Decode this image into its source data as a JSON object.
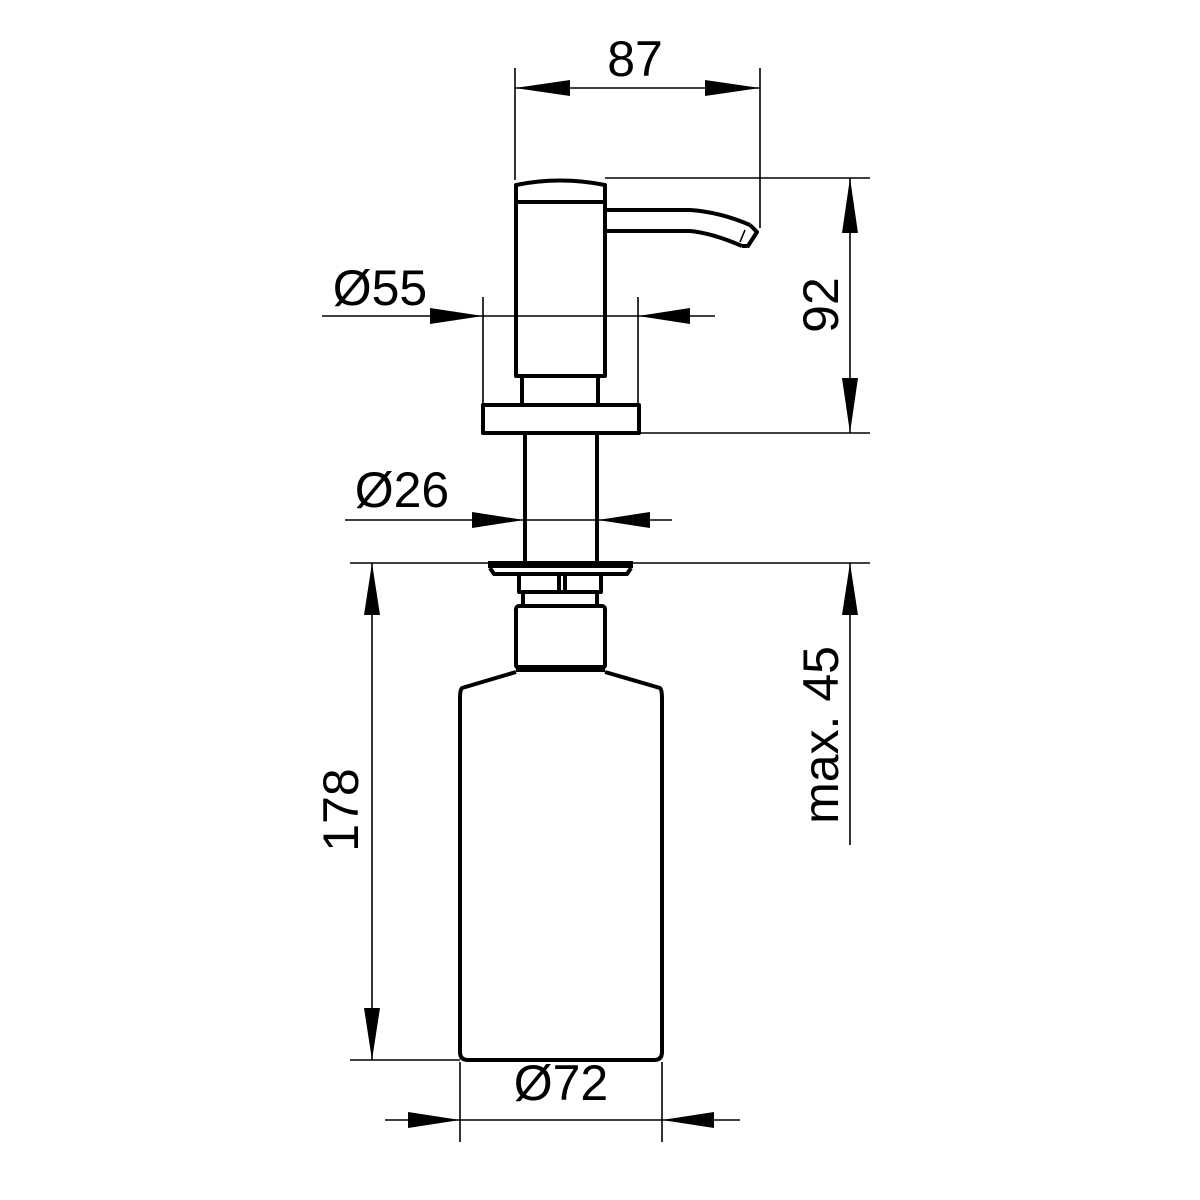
{
  "drawing": {
    "dimensions": {
      "spout_reach": "87",
      "head_height": "92",
      "head_diameter": "Ø55",
      "shaft_diameter": "Ø26",
      "counter_thickness": "max. 45",
      "bottle_height": "178",
      "bottle_diameter": "Ø72"
    },
    "colors": {
      "line": "#000000",
      "background": "#ffffff"
    }
  }
}
